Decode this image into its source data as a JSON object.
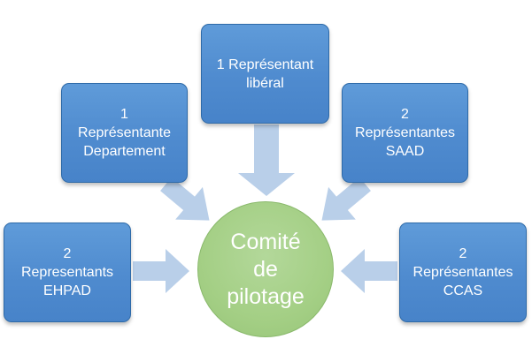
{
  "center": {
    "lines": [
      "Comité",
      "de",
      "pilotage"
    ]
  },
  "boxes": {
    "top": {
      "lines": [
        "1 Représentant",
        "libéral"
      ]
    },
    "upper_left": {
      "lines": [
        "1",
        "Représentante",
        "Departement"
      ]
    },
    "upper_right": {
      "lines": [
        "2",
        "Représentantes",
        "SAAD"
      ]
    },
    "lower_left": {
      "lines": [
        "2",
        "Representants",
        "EHPAD"
      ]
    },
    "lower_right": {
      "lines": [
        "2",
        "Représentantes",
        "CCAS"
      ]
    }
  },
  "colors": {
    "box_fill": "#5590d3",
    "box_border": "#2e6aa8",
    "center_fill": "#a4cf85",
    "arrow_fill": "#b9cfe9",
    "text": "#ffffff"
  }
}
